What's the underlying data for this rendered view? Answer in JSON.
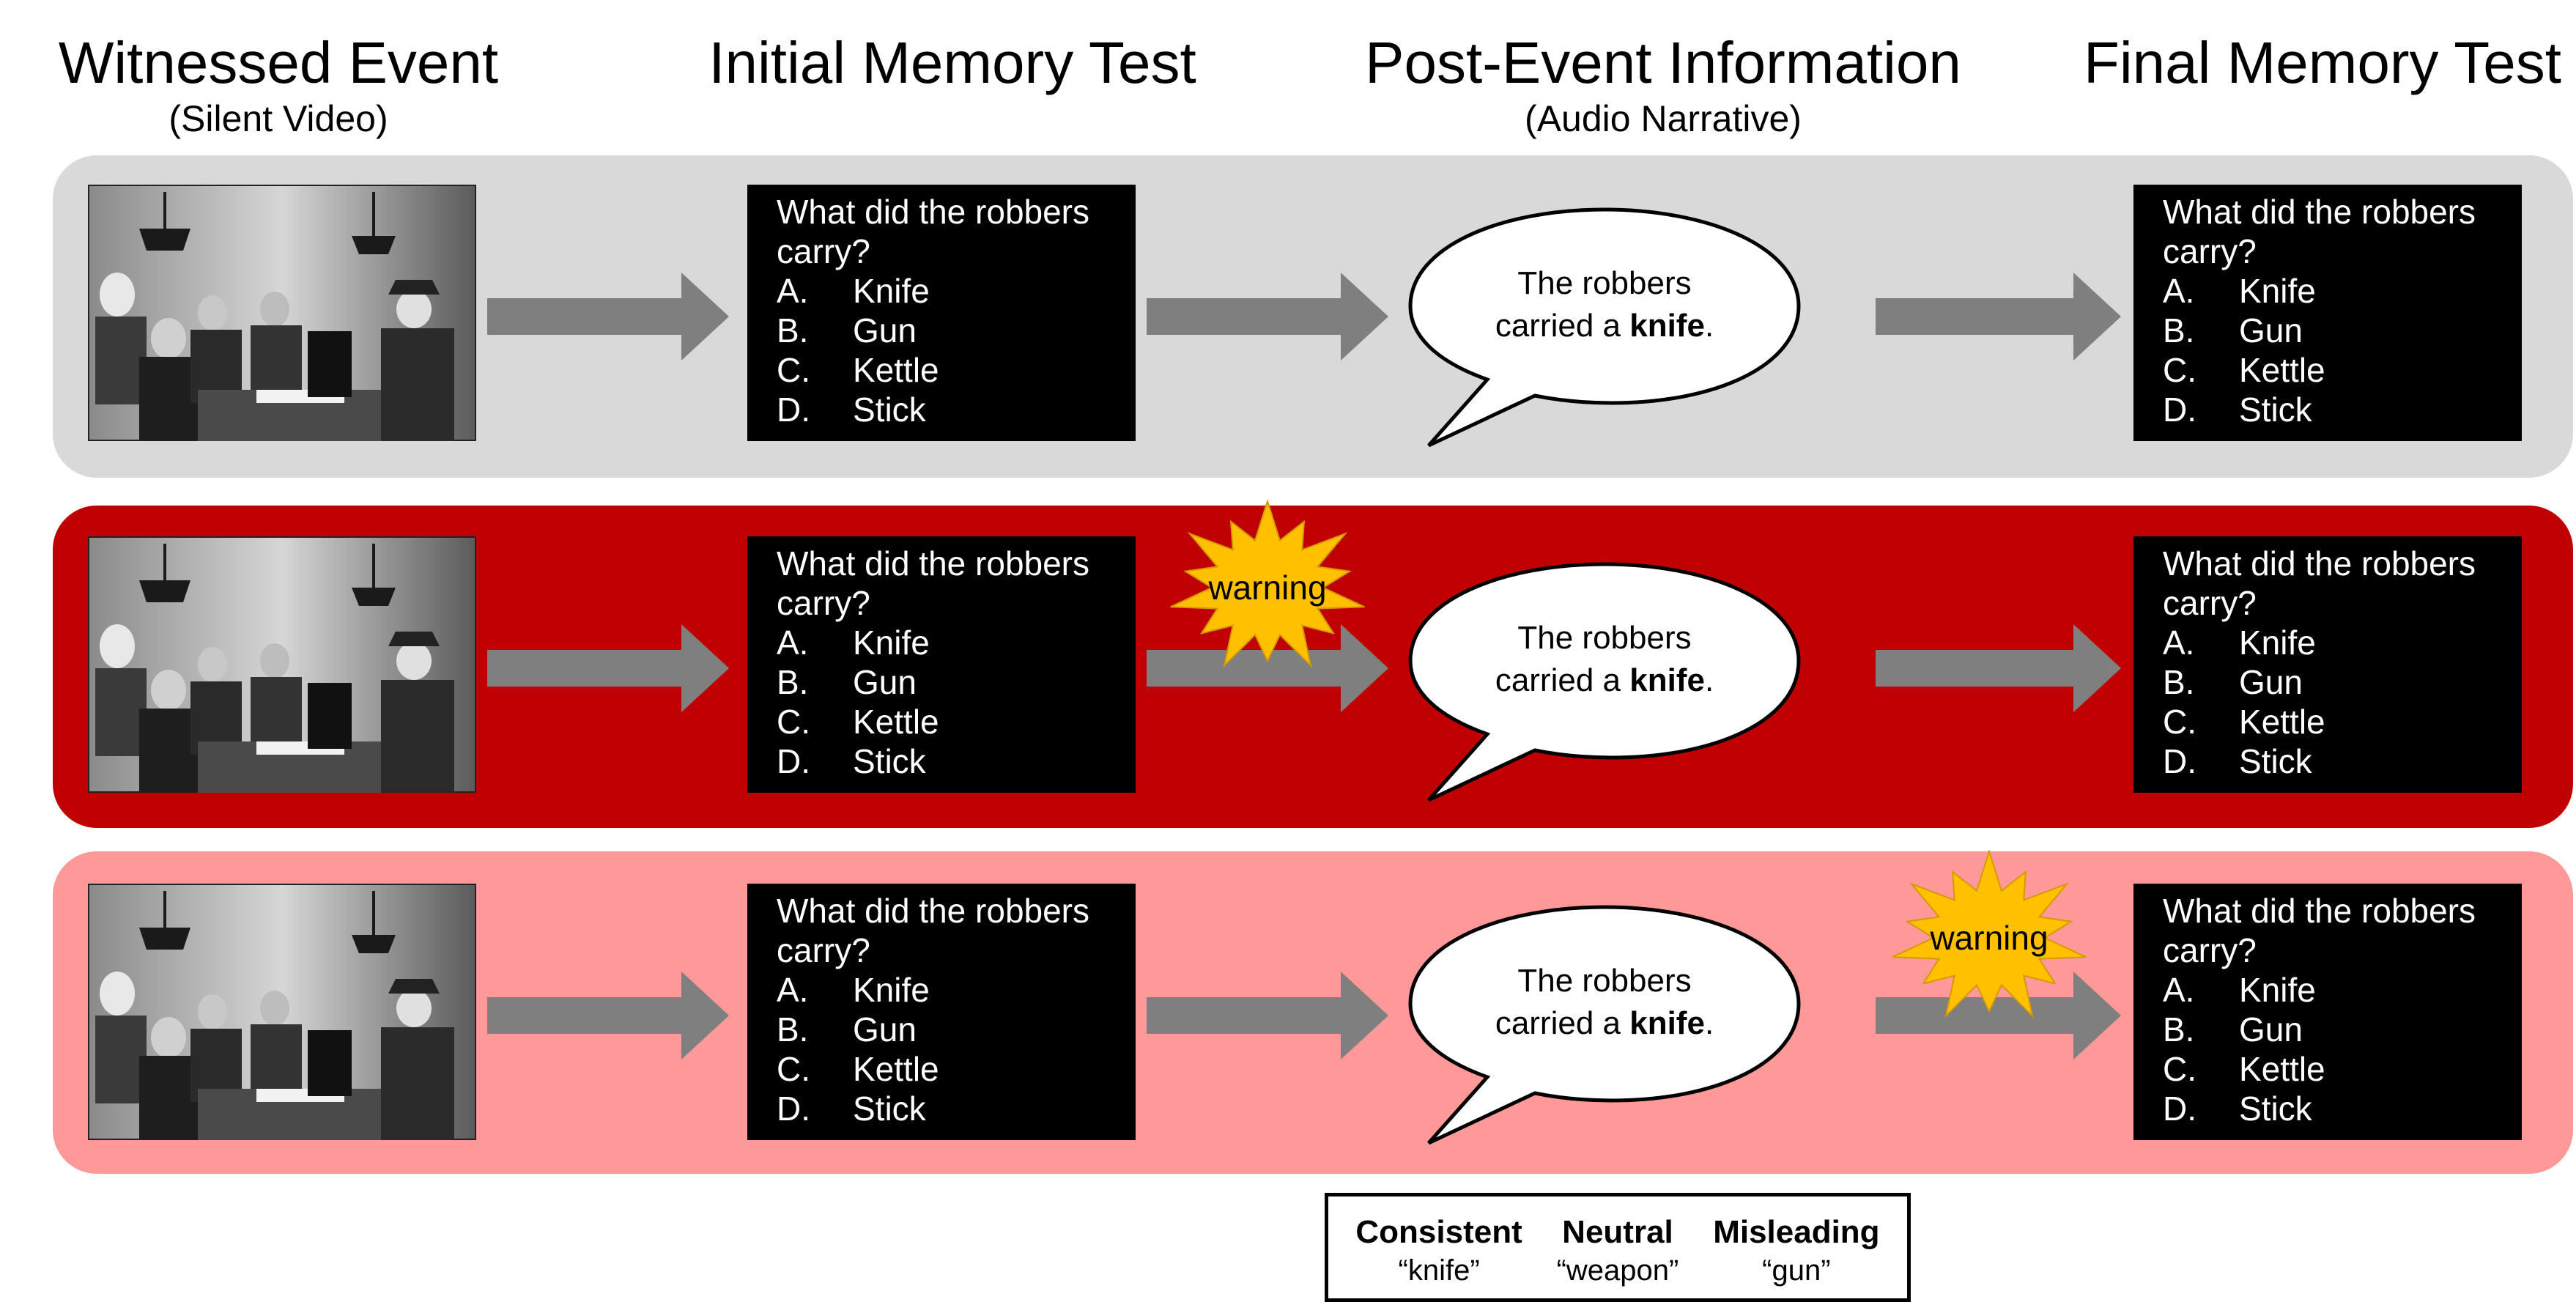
{
  "columns": [
    {
      "title": "Witnessed Event",
      "subtitle": "(Silent Video)"
    },
    {
      "title": "Initial Memory Test",
      "subtitle": ""
    },
    {
      "title": "Post-Event Information",
      "subtitle": "(Audio Narrative)"
    },
    {
      "title": "Final Memory Test",
      "subtitle": ""
    }
  ],
  "question": {
    "text": "What did the robbers carry?",
    "options": [
      {
        "letter": "A.",
        "text": "Knife"
      },
      {
        "letter": "B.",
        "text": "Gun"
      },
      {
        "letter": "C.",
        "text": "Kettle"
      },
      {
        "letter": "D.",
        "text": "Stick"
      }
    ]
  },
  "narrative": {
    "line1": "The robbers",
    "line2_prefix": "carried a ",
    "keyword": "knife",
    "suffix": "."
  },
  "warning_label": "warning",
  "colors": {
    "band_control": "#d9d9d9",
    "band_warning_before": "#c00000",
    "band_warning_after": "#ff9999",
    "arrow": "#7f7f7f",
    "burst": "#ffc000"
  },
  "legend": [
    {
      "name": "Consistent",
      "word": "“knife”"
    },
    {
      "name": "Neutral",
      "word": "“weapon”"
    },
    {
      "name": "Misleading",
      "word": "“gun”"
    }
  ]
}
